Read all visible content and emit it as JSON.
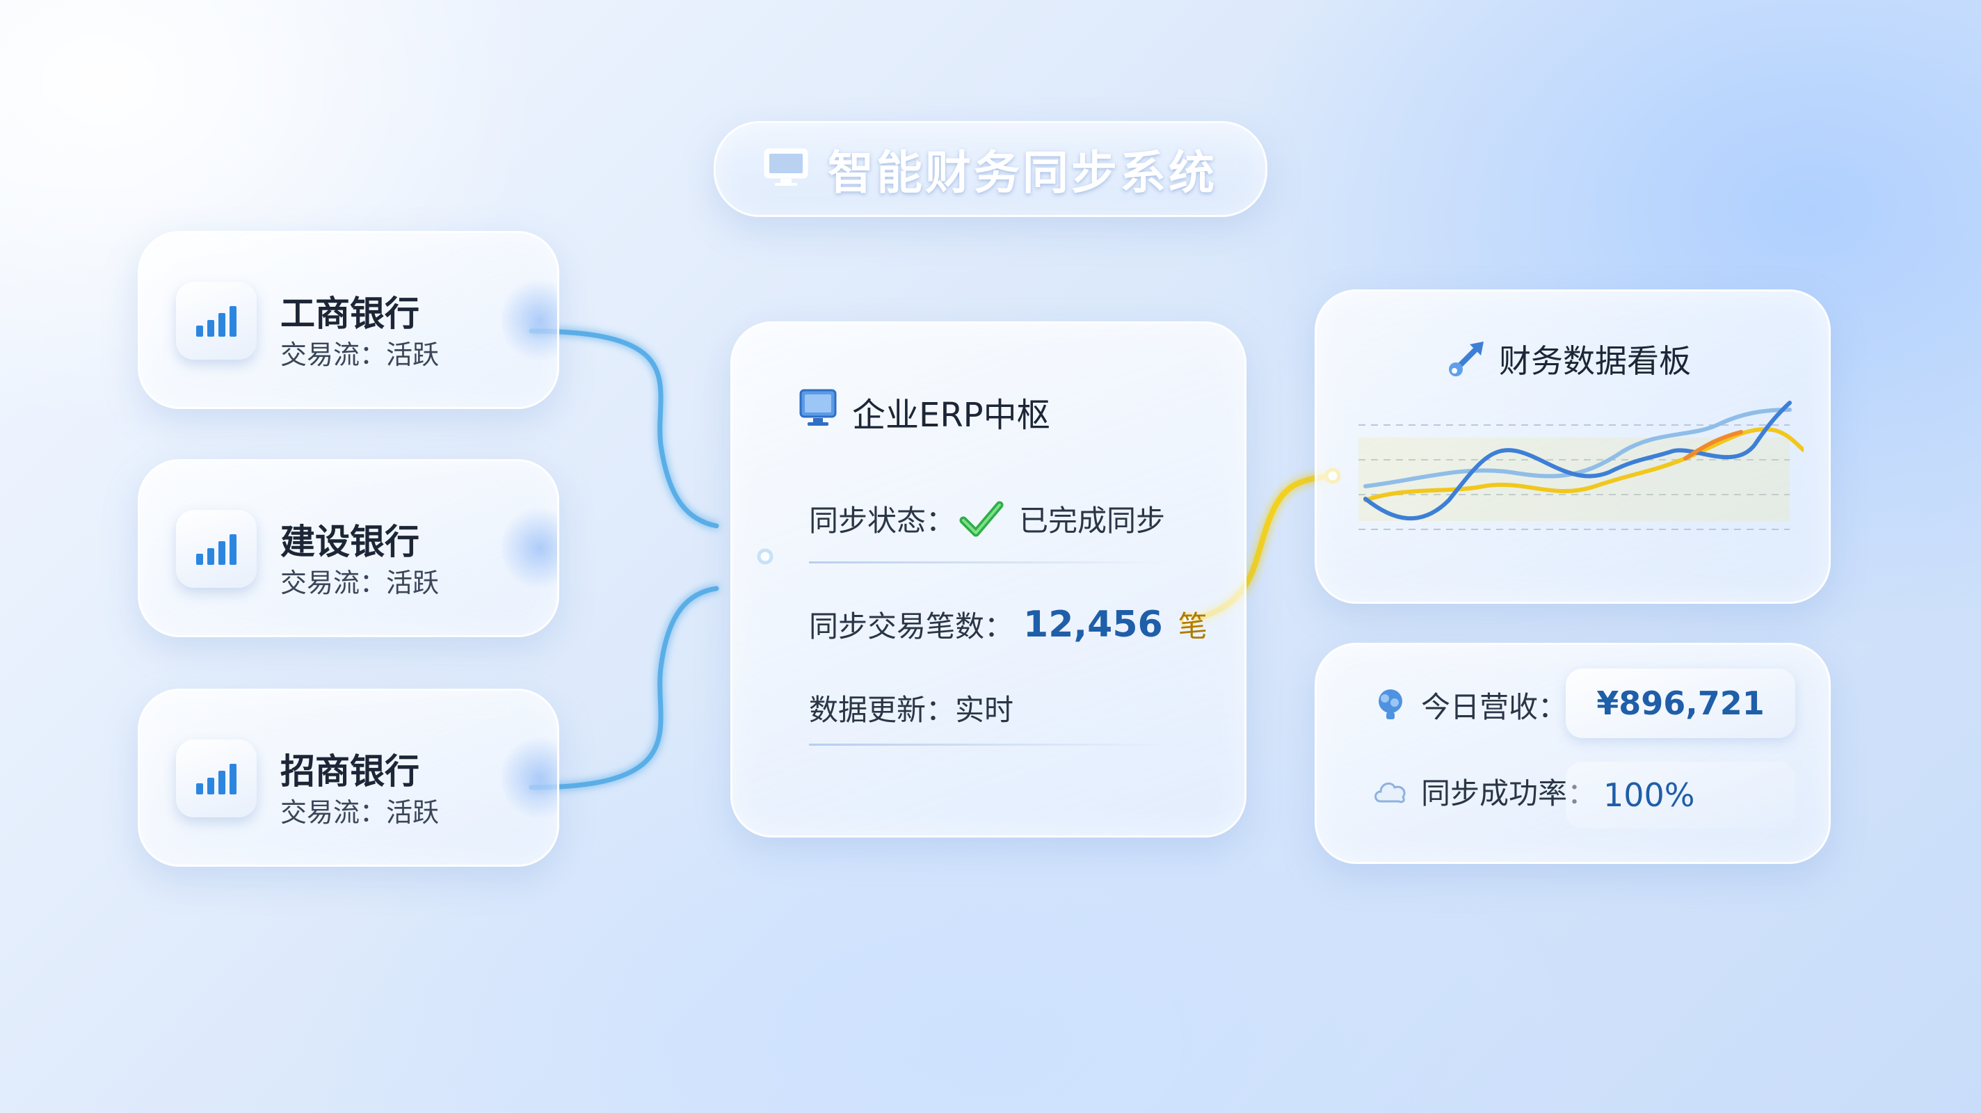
{
  "header": {
    "title": "智能财务同步系统",
    "icon": "monitor-icon"
  },
  "banks": [
    {
      "name": "工商银行",
      "flow": "交易流：活跃",
      "icon": "signal-bars-icon"
    },
    {
      "name": "建设银行",
      "flow": "交易流：活跃",
      "icon": "signal-bars-icon"
    },
    {
      "name": "招商银行",
      "flow": "交易流：活跃",
      "icon": "signal-bars-icon"
    }
  ],
  "erp": {
    "title": "企业ERP中枢",
    "icon": "monitor-icon",
    "sync_status_label": "同步状态：",
    "sync_status_value": "已完成同步",
    "sync_status_icon": "check-icon",
    "sync_count_label": "同步交易笔数：",
    "sync_count_value": "12,456",
    "sync_count_unit": "笔",
    "update_label": "数据更新：",
    "update_value": "实时"
  },
  "dashboard": {
    "title": "财务数据看板",
    "icon": "rocket-icon",
    "series_colors": [
      "#3d7fd6",
      "#f2c71c",
      "#8fbde8",
      "#f08a2c"
    ]
  },
  "stats": {
    "revenue_label": "今日营收：",
    "revenue_value": "¥896,721",
    "revenue_icon": "brain-icon",
    "success_label": "同步成功率：",
    "success_value": "100%",
    "success_icon": "cloud-icon"
  },
  "colors": {
    "accent_blue": "#1f5ea8",
    "connector_blue": "#5aaee8",
    "connector_yellow": "#f5d21c"
  }
}
